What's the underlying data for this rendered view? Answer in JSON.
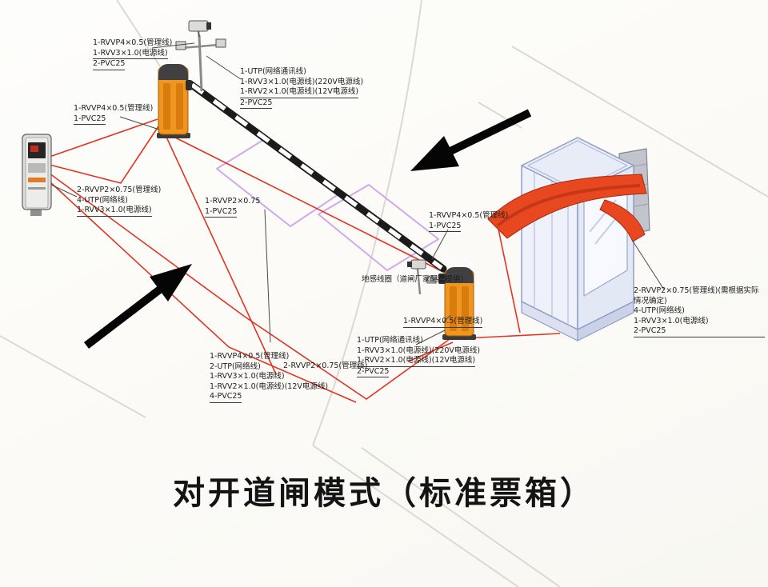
{
  "title": "对开道闸模式（标准票箱）",
  "colors": {
    "gate_orange": "#f0951f",
    "cable_red": "#e03424",
    "island_purple": "#cfa9ea",
    "booth_blue": "#8f9cc8",
    "canopy_red": "#e8481f",
    "arrow_black": "#050505"
  },
  "labels": {
    "cam_top": {
      "lines": [
        "1-RVVP4×0.5(管理线)",
        "1-RVV3×1.0(电源线)",
        "2-PVC25"
      ]
    },
    "gate1_left": {
      "lines": [
        "1-RVVP4×0.5(管理线)",
        "1-PVC25"
      ]
    },
    "gate1_cables": {
      "lines": [
        "1-UTP(网络通讯线)",
        "1-RVV3×1.0(电源线)(220V电源线)",
        "1-RVV2×1.0(电源线)(12V电源线)",
        "2-PVC25"
      ]
    },
    "dispenser_cables": {
      "lines": [
        "2-RVVP2×0.75(管理线)",
        "4-UTP(网络线)",
        "1-RVV3×1.0(电源线)"
      ]
    },
    "island_cable": {
      "lines": [
        "1-RVVP2×0.75",
        "1-PVC25"
      ]
    },
    "gate2_cam": {
      "lines": [
        "1-RVVP4×0.5(管理线)",
        "1-PVC25"
      ]
    },
    "ground_coil": {
      "lines": [
        "地感线圈（道闸厂家配套提供）"
      ]
    },
    "gate2_mgmt": {
      "lines": [
        "1-RVVP4×0.5(管理线)"
      ]
    },
    "gate2_cables": {
      "lines": [
        "1-UTP(网络通讯线)",
        "1-RVV3×1.0(电源线)(220V电源线)",
        "1-RVV2×1.0(电源线)(12V电源线)",
        "2-PVC25"
      ]
    },
    "bottom_bundle": {
      "lines": [
        "1-RVVP4×0.5(管理线)",
        "2-UTP(网络线)",
        "1-RVV3×1.0(电源线)",
        "1-RVV2×1.0(电源线)(12V电源线)",
        "4-PVC25"
      ]
    },
    "bottom_extra": {
      "lines": [
        "2-RVVP2×0.75(管理线)"
      ]
    },
    "booth_cables": {
      "lines": [
        "2-RVVP2×0.75(管理线)(需根据实际情况确定)",
        "4-UTP(网络线)",
        "1-RVV3×1.0(电源线)",
        "2-PVC25"
      ]
    }
  }
}
